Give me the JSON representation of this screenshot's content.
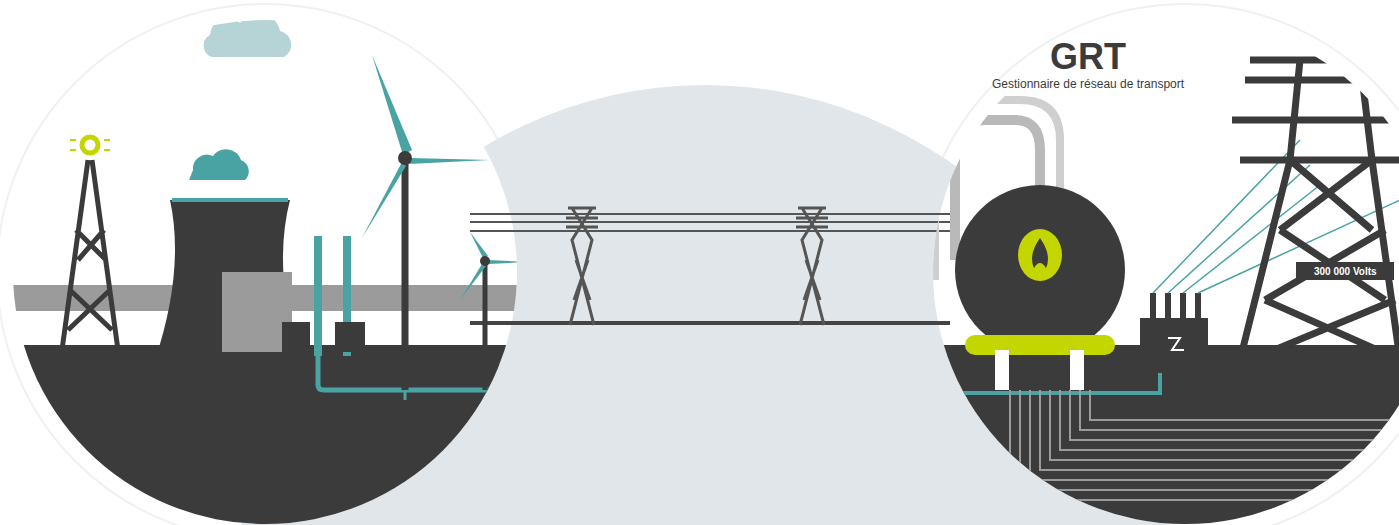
{
  "diagram": {
    "labels": [
      "GRT",
      "Gestionnaire de réseau de transport",
      "300 000 Volts"
    ]
  }
}
